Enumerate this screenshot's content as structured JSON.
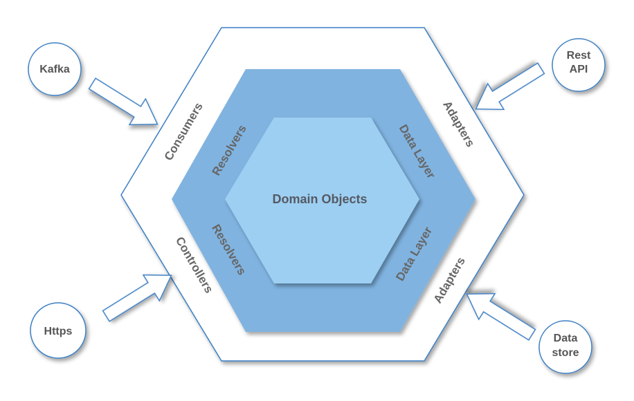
{
  "center": {
    "label": "Domain Objects"
  },
  "inner_ring": {
    "top_left": "Resolvers",
    "top_right": "Data Layer",
    "bottom_left": "Resolvers",
    "bottom_right": "Data Layer"
  },
  "outer_ring": {
    "top_left": "Consumers",
    "top_right": "Adapters",
    "bottom_left": "Controllers",
    "bottom_right": "Adapters"
  },
  "external": {
    "kafka": "Kafka",
    "rest_api_line1": "Rest",
    "rest_api_line2": "API",
    "https": "Https",
    "data_store_line1": "Data",
    "data_store_line2": "store"
  },
  "colors": {
    "outer_fill": "#ffffff",
    "outer_stroke": "#3b7fc4",
    "middle_fill": "#80b3e0",
    "inner_fill": "#9dcff2",
    "label": "#666666"
  }
}
